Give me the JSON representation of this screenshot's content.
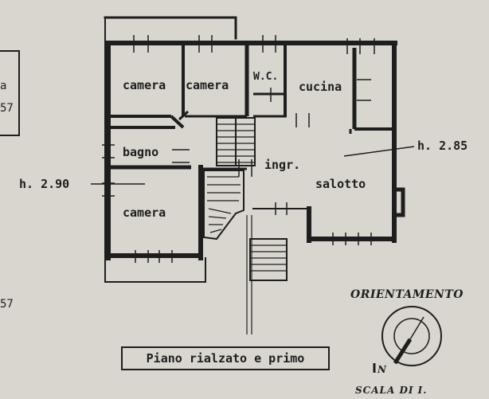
{
  "rooms": {
    "camera_1": "camera",
    "camera_2": "camera",
    "wc": "W.C.",
    "cucina": "cucina",
    "bagno": "bagno",
    "ingresso": "ingr.",
    "salotto": "salotto",
    "camera_3": "camera"
  },
  "heights": {
    "left": "h. 2.90",
    "right": "h. 2.85"
  },
  "orientation": {
    "title": "ORIENTAMENTO",
    "north_label": "N",
    "scale_label": "SCALA DI I."
  },
  "caption": "Piano rialzato e primo",
  "edge_fragments": {
    "top": "a",
    "mid": "57",
    "bottom": "57"
  }
}
